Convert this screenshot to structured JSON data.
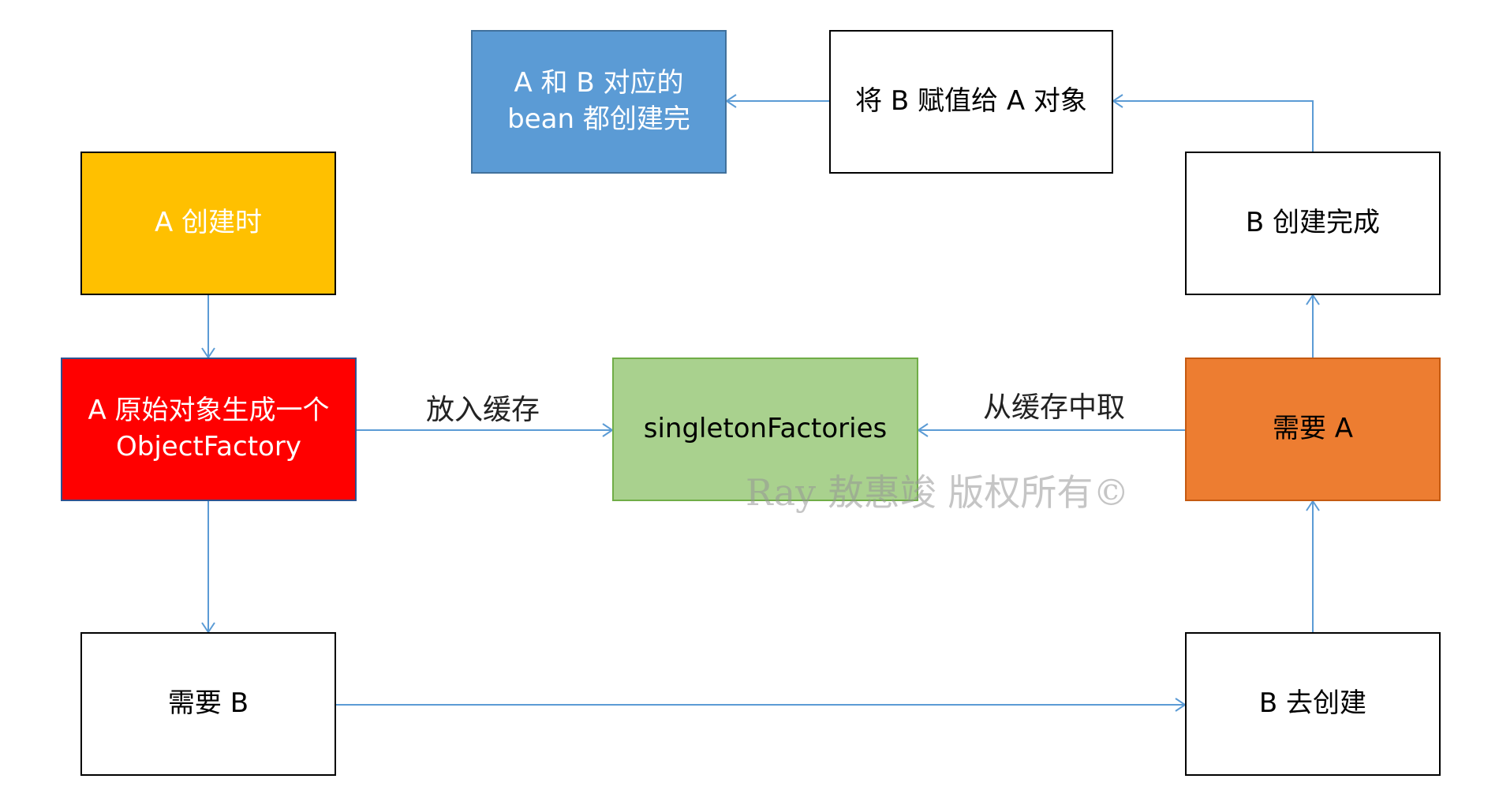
{
  "nodes": {
    "a_created": {
      "label": "A 创建时",
      "fill": "#FFC000",
      "text_color": "#FFFFFF",
      "border": "#000000"
    },
    "a_raw": {
      "label": "A 原始对象生成一个\nObjectFactory",
      "fill": "#FF0000",
      "text_color": "#FFFFFF",
      "border": "#2F528F"
    },
    "need_b": {
      "label": "需要 B",
      "fill": "#FFFFFF",
      "text_color": "#000000",
      "border": "#000000"
    },
    "singleton": {
      "label": "singletonFactories",
      "fill": "#A9D18E",
      "text_color": "#000000",
      "border": "#70AD47"
    },
    "done": {
      "label": "A 和 B 对应的\nbean 都创建完",
      "fill": "#5B9BD5",
      "text_color": "#FFFFFF",
      "border": "#41719C"
    },
    "assign": {
      "label": "将 B 赋值给 A 对象",
      "fill": "#FFFFFF",
      "text_color": "#000000",
      "border": "#000000"
    },
    "b_done": {
      "label": "B 创建完成",
      "fill": "#FFFFFF",
      "text_color": "#000000",
      "border": "#000000"
    },
    "need_a": {
      "label": "需要 A",
      "fill": "#ED7D31",
      "text_color": "#000000",
      "border": "#C55A11"
    },
    "b_create": {
      "label": "B 去创建",
      "fill": "#FFFFFF",
      "text_color": "#000000",
      "border": "#000000"
    }
  },
  "edges": {
    "put_cache": {
      "label": "放入缓存"
    },
    "get_cache": {
      "label": "从缓存中取"
    }
  },
  "watermark": "Ray 敖惠竣 版权所有©",
  "arrow_color": "#5B9BD5"
}
